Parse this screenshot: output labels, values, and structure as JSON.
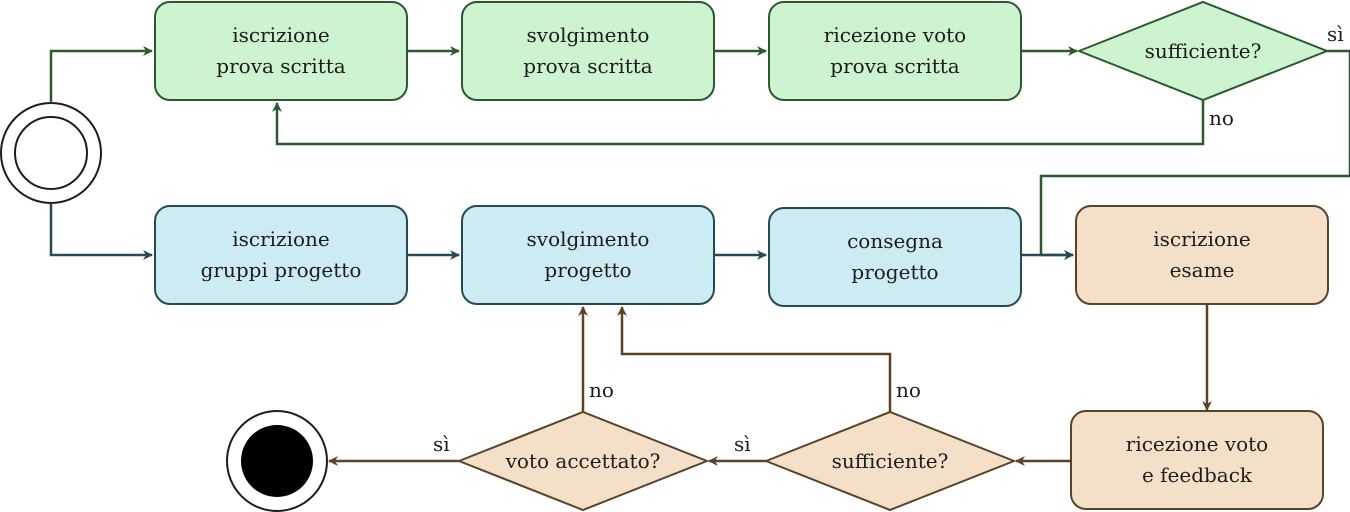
{
  "colors": {
    "green_fill": "#cdf3d1",
    "green_stroke": "#2b5a2e",
    "blue_fill": "#cdebf3",
    "blue_stroke": "#244b55",
    "tan_fill": "#f4e0c9",
    "tan_stroke": "#5c4327"
  },
  "nodes": {
    "iscrizione_prova": "iscrizione\nprova scritta",
    "svolgimento_prova": "svolgimento\nprova scritta",
    "ricezione_voto_prova": "ricezione voto\nprova scritta",
    "sufficiente_prova": "sufficiente?",
    "iscrizione_gruppi": "iscrizione\ngruppi progetto",
    "svolgimento_progetto": "svolgimento\nprogetto",
    "consegna_progetto": "consegna\nprogetto",
    "iscrizione_esame": "iscrizione\nesame",
    "ricezione_feedback": "ricezione voto\ne feedback",
    "sufficiente_esame": "sufficiente?",
    "voto_accettato": "voto accettato?"
  },
  "edge_labels": {
    "si_top": "sì",
    "no_top": "no",
    "si_accettato": "sì",
    "no_accettato": "no",
    "si_sufficiente": "sì",
    "no_sufficiente": "no"
  }
}
